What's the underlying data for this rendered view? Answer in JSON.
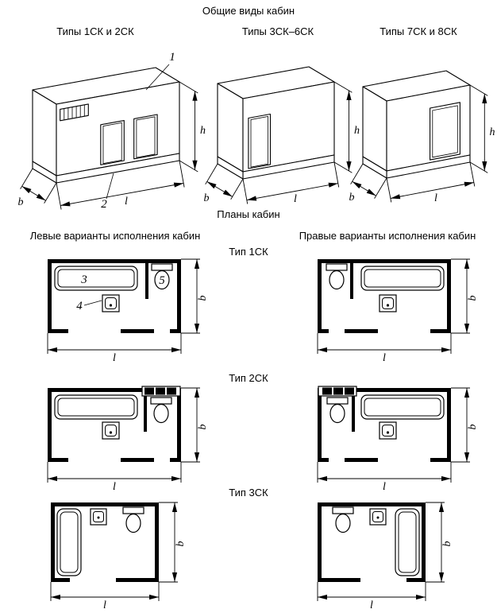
{
  "page": {
    "title": "Общие виды кабин",
    "plans_title": "Планы кабин",
    "left_column_header": "Левые варианты исполнения кабин",
    "right_column_header": "Правые варианты исполнения кабин"
  },
  "isometric_views": [
    {
      "caption": "Типы 1СК и 2СК"
    },
    {
      "caption": "Типы 3СК–6СК"
    },
    {
      "caption": "Типы 7СК и 8СК"
    }
  ],
  "plan_rows": [
    {
      "label": "Тип 1СК"
    },
    {
      "label": "Тип 2СК"
    },
    {
      "label": "Тип 3СК"
    }
  ],
  "callouts": {
    "panel": "1",
    "base": "2",
    "bath": "3",
    "washbasin": "4",
    "toilet": "5"
  },
  "dimensions": {
    "height": "h",
    "width": "b",
    "length": "l"
  },
  "colors": {
    "line": "#000000",
    "background": "#ffffff"
  }
}
